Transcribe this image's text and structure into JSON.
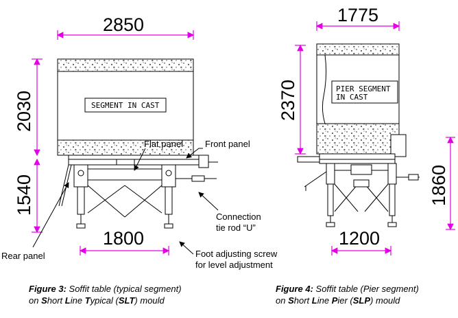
{
  "left": {
    "dim_width": "2850",
    "dim_upper": "2030",
    "dim_lower": "1540",
    "dim_base": "1800",
    "box_label": "SEGMENT IN CAST",
    "callouts": {
      "flat_panel": "Flat panel",
      "front_panel": "Front panel",
      "rear_panel": "Rear panel",
      "connection_1": "Connection",
      "connection_2": "tie rod “U”",
      "foot_1": "Foot adjusting screw",
      "foot_2": "for level adjustment"
    },
    "caption": {
      "fig": "Figure 3:",
      "line1_rest": " Soffit table (typical segment)",
      "on": "on ",
      "S": "S",
      "hort": "hort ",
      "L": "L",
      "ine": "ine ",
      "T": "T",
      "ypical": "ypical (",
      "abbr": "SLT",
      "mould": ") mould"
    }
  },
  "right": {
    "dim_width": "1775",
    "dim_upper": "2370",
    "dim_lower": "1860",
    "dim_base": "1200",
    "box_label_1": "PIER SEGMENT",
    "box_label_2": "IN CAST",
    "caption": {
      "fig": "Figure 4:",
      "line1_rest": " Soffit table (Pier segment)",
      "on": "on ",
      "S": "S",
      "hort": "hort ",
      "L": "L",
      "ine": "ine ",
      "P": "P",
      "ier": "ier (",
      "abbr": "SLP",
      "mould": ") mould"
    }
  },
  "colors": {
    "dimension": "#e400e4",
    "line": "#000000"
  }
}
